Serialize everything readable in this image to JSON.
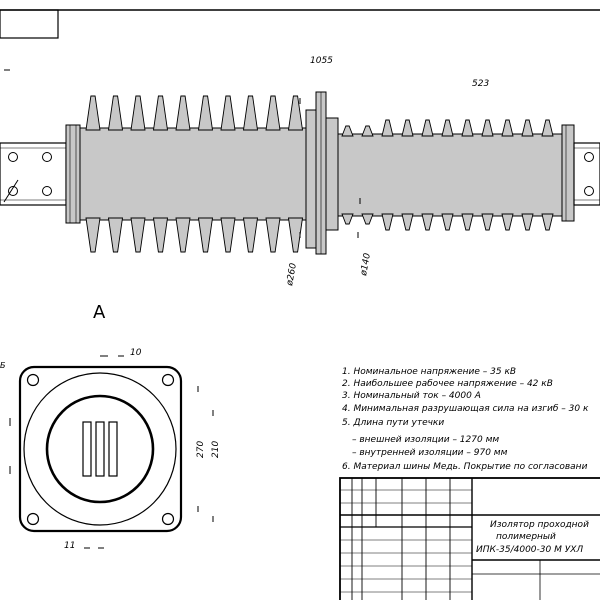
{
  "dimensions": {
    "overall_length": "1055",
    "outer_part_length": "523",
    "diameter_260": "ø260",
    "diameter_140": "ø140",
    "width_270": "270",
    "width_210": "210",
    "slot_10": "10",
    "offset_11": "11"
  },
  "view_label": "А",
  "notes": [
    "1. Номинальное напряжение – 35 кВ",
    "2. Наибольшее рабочее напряжение – 42 кВ",
    "3. Номинальный ток – 4000 А",
    "4. Минимальная разрушающая сила на изгиб – 30 к",
    "5. Длина пути утечки",
    "– внешней изоляции – 1270 мм",
    "– внутренней изоляции – 970 мм",
    "6. Материал шины Медь. Покрытие по согласовани"
  ],
  "title_block": {
    "name_line1": "Изолятор проходной",
    "name_line2": "полимерный",
    "name_line3": "ИПК-35/4000-30 М УХЛ"
  }
}
